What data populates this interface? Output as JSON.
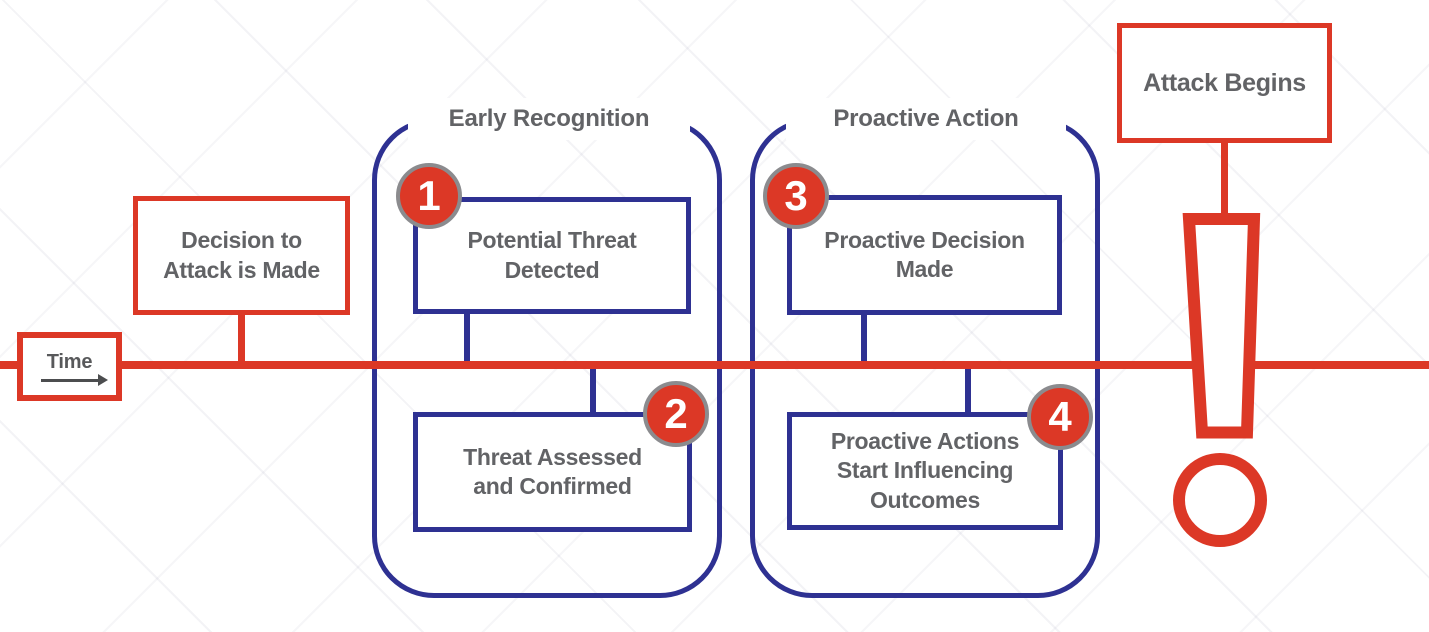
{
  "colors": {
    "red": "#dc3826",
    "navy": "#2e3192",
    "text_gray": "#626366",
    "badge_ring_gray": "#8b8b8e",
    "arrow_gray": "#4c4d4f"
  },
  "timeline": {
    "axis_label": "Time"
  },
  "events": {
    "decision": {
      "label": "Decision to\nAttack is Made"
    },
    "attack": {
      "label": "Attack Begins"
    }
  },
  "groups": [
    {
      "title": "Early Recognition",
      "steps": [
        {
          "num": "1",
          "label": "Potential Threat\nDetected"
        },
        {
          "num": "2",
          "label": "Threat Assessed\nand Confirmed"
        }
      ]
    },
    {
      "title": "Proactive Action",
      "steps": [
        {
          "num": "3",
          "label": "Proactive Decision\nMade"
        },
        {
          "num": "4",
          "label": "Proactive Actions\nStart Influencing\nOutcomes"
        }
      ]
    }
  ],
  "icons": {
    "attack_marker": "exclamation-icon",
    "time_axis": "right-arrow-icon"
  }
}
